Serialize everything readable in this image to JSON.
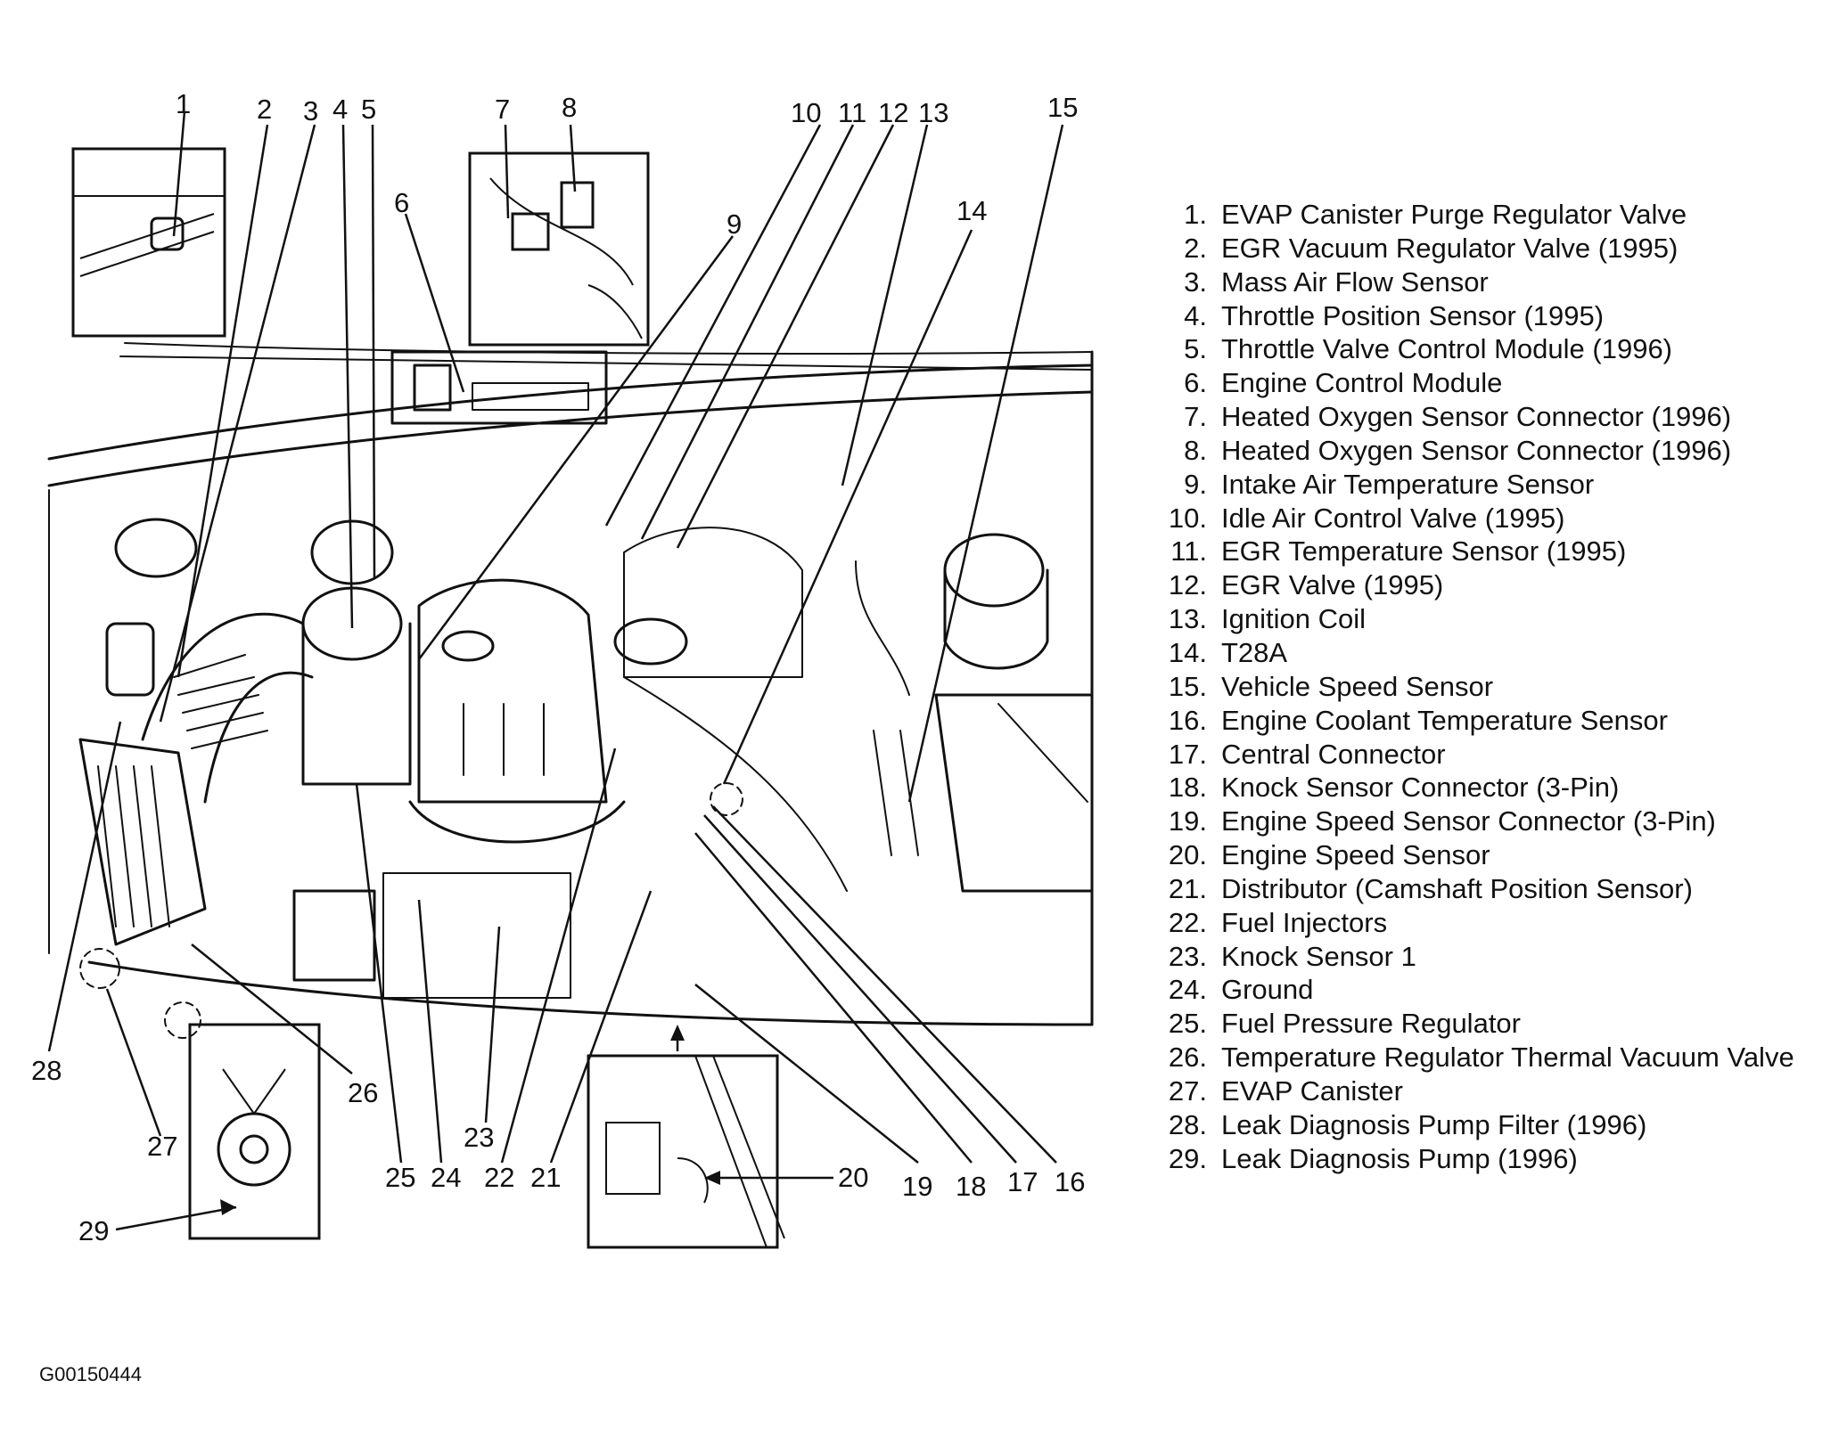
{
  "callouts": [
    "1",
    "2",
    "3",
    "4",
    "5",
    "6",
    "7",
    "8",
    "9",
    "10",
    "11",
    "12",
    "13",
    "14",
    "15",
    "16",
    "17",
    "18",
    "19",
    "20",
    "21",
    "22",
    "23",
    "24",
    "25",
    "26",
    "27",
    "28",
    "29"
  ],
  "legend": [
    {
      "num": "1.",
      "text": "EVAP Canister Purge Regulator Valve"
    },
    {
      "num": "2.",
      "text": "EGR Vacuum Regulator Valve (1995)"
    },
    {
      "num": "3.",
      "text": "Mass Air Flow Sensor"
    },
    {
      "num": "4.",
      "text": "Throttle Position Sensor (1995)"
    },
    {
      "num": "5.",
      "text": "Throttle Valve Control Module (1996)"
    },
    {
      "num": "6.",
      "text": "Engine Control Module"
    },
    {
      "num": "7.",
      "text": "Heated Oxygen Sensor Connector (1996)"
    },
    {
      "num": "8.",
      "text": "Heated Oxygen Sensor Connector (1996)"
    },
    {
      "num": "9.",
      "text": "Intake Air Temperature Sensor"
    },
    {
      "num": "10.",
      "text": "Idle Air Control Valve (1995)"
    },
    {
      "num": "11.",
      "text": "EGR Temperature Sensor (1995)"
    },
    {
      "num": "12.",
      "text": "EGR Valve (1995)"
    },
    {
      "num": "13.",
      "text": "Ignition Coil"
    },
    {
      "num": "14.",
      "text": "T28A"
    },
    {
      "num": "15.",
      "text": "Vehicle Speed Sensor"
    },
    {
      "num": "16.",
      "text": "Engine Coolant Temperature Sensor"
    },
    {
      "num": "17.",
      "text": "Central Connector"
    },
    {
      "num": "18.",
      "text": "Knock Sensor Connector (3-Pin)"
    },
    {
      "num": "19.",
      "text": "Engine Speed Sensor Connector (3-Pin)"
    },
    {
      "num": "20.",
      "text": "Engine Speed Sensor"
    },
    {
      "num": "21.",
      "text": "Distributor (Camshaft Position Sensor)"
    },
    {
      "num": "22.",
      "text": "Fuel Injectors"
    },
    {
      "num": "23.",
      "text": "Knock Sensor 1"
    },
    {
      "num": "24.",
      "text": "Ground"
    },
    {
      "num": "25.",
      "text": "Fuel Pressure Regulator"
    },
    {
      "num": "26.",
      "text": "Temperature Regulator Thermal Vacuum Valve"
    },
    {
      "num": "27.",
      "text": "EVAP Canister"
    },
    {
      "num": "28.",
      "text": "Leak Diagnosis Pump Filter (1996)"
    },
    {
      "num": "29.",
      "text": "Leak Diagnosis Pump (1996)"
    }
  ],
  "figure_code": "G00150444"
}
